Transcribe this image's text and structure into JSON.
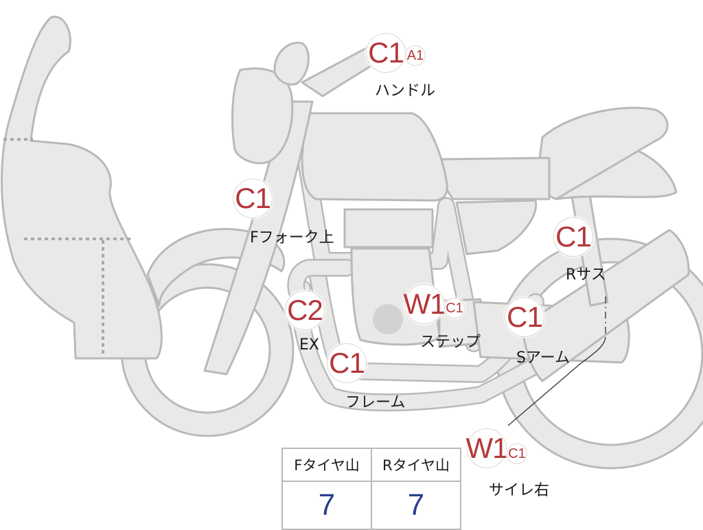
{
  "diagram": {
    "badge_color": "#b3373a",
    "value_color": "#2a3f8f",
    "callouts": [
      {
        "id": "handle",
        "codes": [
          "C1",
          "A1"
        ],
        "label": "ハンドル"
      },
      {
        "id": "ffork",
        "codes": [
          "C1"
        ],
        "label": "Fフォーク上"
      },
      {
        "id": "rsus",
        "codes": [
          "C1"
        ],
        "label": "Rサス"
      },
      {
        "id": "ex",
        "codes": [
          "C2"
        ],
        "label": "EX"
      },
      {
        "id": "step",
        "codes": [
          "W1",
          "C1"
        ],
        "label": "ステップ"
      },
      {
        "id": "sarm",
        "codes": [
          "C1"
        ],
        "label": "Sアーム"
      },
      {
        "id": "frame",
        "codes": [
          "C1"
        ],
        "label": "フレーム"
      },
      {
        "id": "silencer",
        "codes": [
          "W1",
          "C1"
        ],
        "label": "サイレ右"
      }
    ]
  },
  "tire_tread": {
    "headers": [
      "Fタイヤ山",
      "Rタイヤ山"
    ],
    "values": [
      "7",
      "7"
    ]
  }
}
